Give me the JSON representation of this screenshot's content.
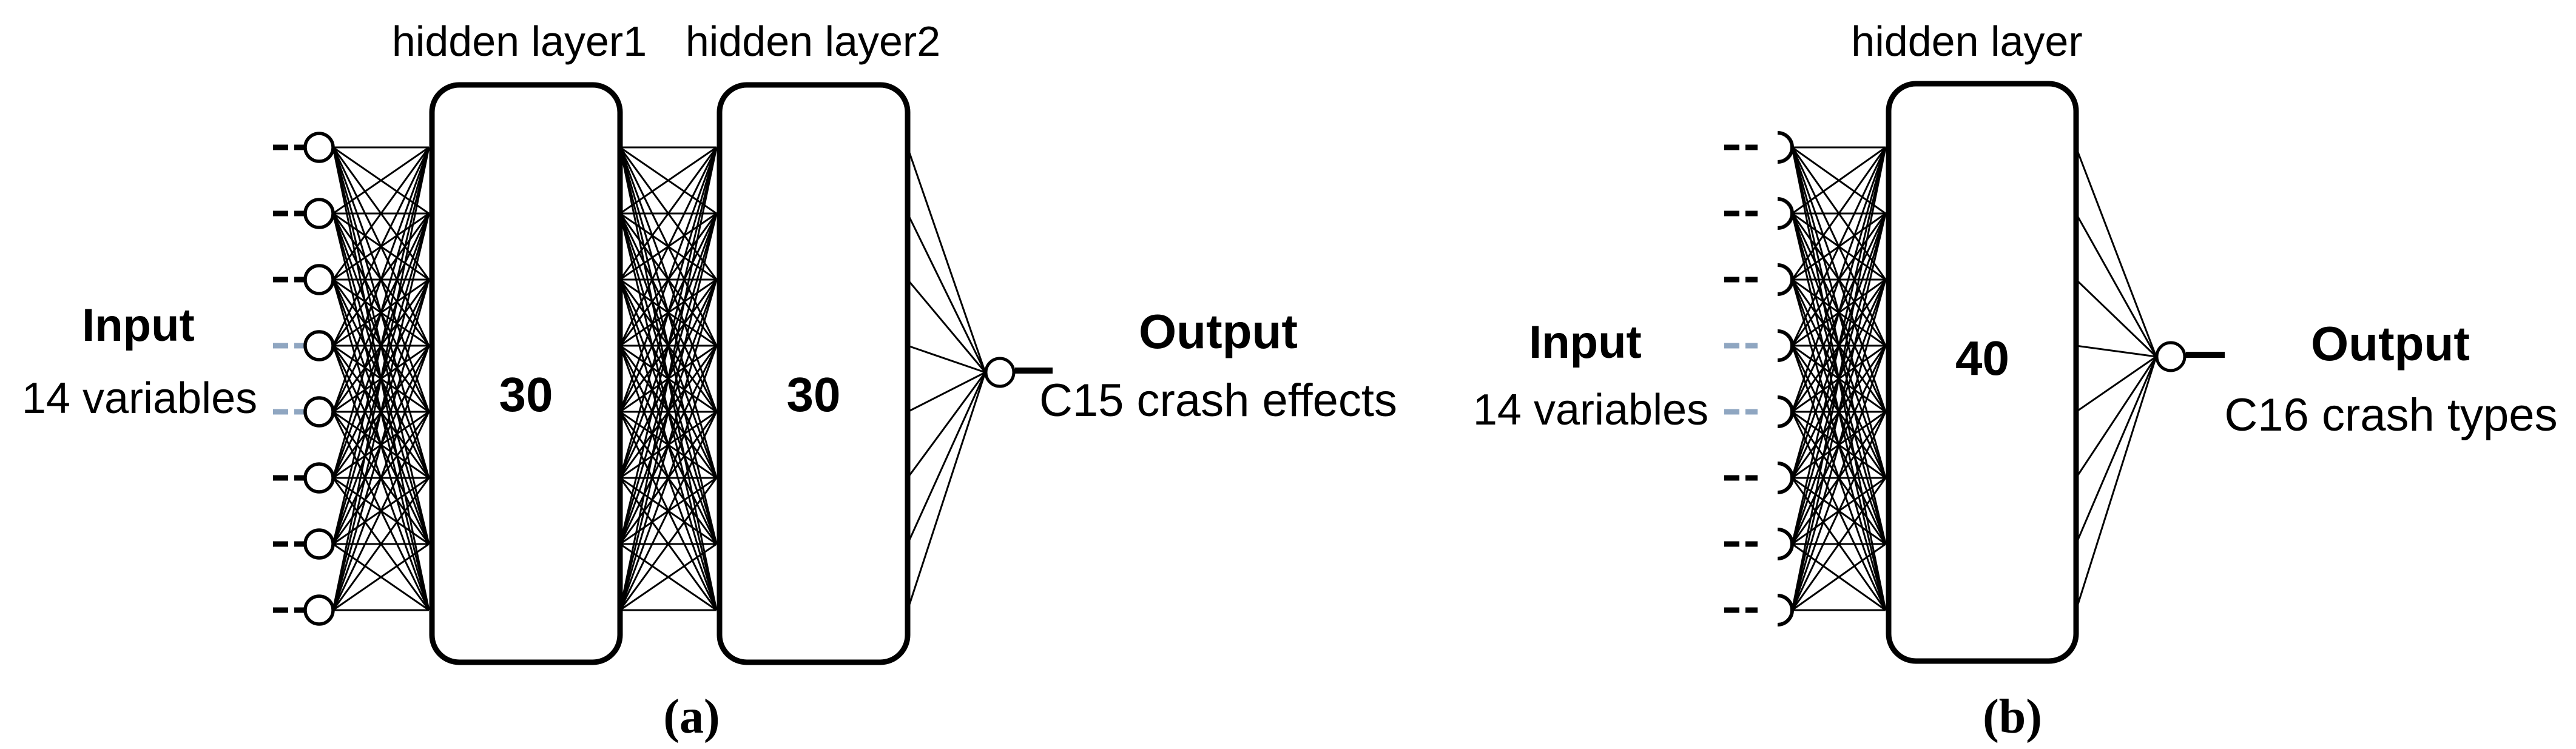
{
  "figure": {
    "type": "neural-network-architecture-diagram",
    "background_color": "#ffffff",
    "ink_color": "#000000",
    "muted_dash_color": "#8fa6c1",
    "panels": [
      {
        "caption": "(a)",
        "input": {
          "title": "Input",
          "subtitle": "14 variables",
          "nodes_drawn": 8,
          "muted_dash_rows": [
            4,
            5
          ]
        },
        "hidden_layers": [
          {
            "label": "hidden layer1",
            "size": "30"
          },
          {
            "label": "hidden layer2",
            "size": "30"
          }
        ],
        "output": {
          "title": "Output",
          "subtitle": "C15 crash effects",
          "nodes_drawn": 1
        }
      },
      {
        "caption": "(b)",
        "input": {
          "title": "Input",
          "subtitle": "14 variables",
          "nodes_drawn": 8,
          "muted_dash_rows": [
            4,
            5
          ]
        },
        "hidden_layers": [
          {
            "label": "hidden layer",
            "size": "40"
          }
        ],
        "output": {
          "title": "Output",
          "subtitle": "C16 crash types",
          "nodes_drawn": 1
        }
      }
    ]
  }
}
